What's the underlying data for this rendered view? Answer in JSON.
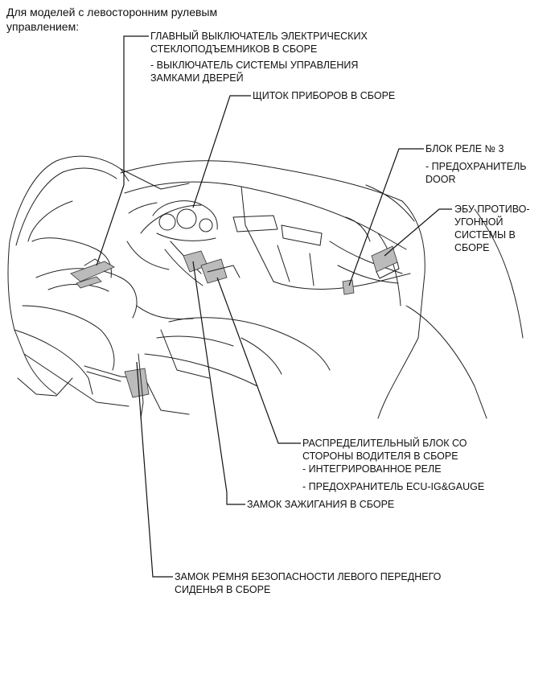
{
  "header": {
    "line1": "Для моделей с левосторонним рулевым",
    "line2": "управлением:"
  },
  "callouts": {
    "main_switch": {
      "line1": "ГЛАВНЫЙ ВЫКЛЮЧАТЕЛЬ ЭЛЕКТРИЧЕСКИХ",
      "line2": "СТЕКЛОПОДЪЕМНИКОВ В СБОРЕ",
      "sub1": "- ВЫКЛЮЧАТЕЛЬ СИСТЕМЫ УПРАВЛЕНИЯ",
      "sub2": "ЗАМКАМИ ДВЕРЕЙ"
    },
    "meter": {
      "line1": "ЩИТОК ПРИБОРОВ В СБОРЕ"
    },
    "relay_block": {
      "line1": "БЛОК РЕЛЕ № 3",
      "sub1": "- ПРЕДОХРАНИТЕЛЬ",
      "sub2": "DOOR"
    },
    "ecu": {
      "line1": "ЭБУ ПРОТИВО-",
      "line2": "УГОННОЙ",
      "line3": "СИСТЕМЫ В",
      "line4": "СБОРЕ"
    },
    "junction_block": {
      "line1": "РАСПРЕДЕЛИТЕЛЬНЫЙ БЛОК СО",
      "line2": "СТОРОНЫ ВОДИТЕЛЯ В СБОРЕ",
      "sub1": "- ИНТЕГРИРОВАННОЕ РЕЛЕ",
      "sub2": "- ПРЕДОХРАНИТЕЛЬ ECU-IG&GAUGE"
    },
    "ignition": {
      "line1": "ЗАМОК ЗАЖИГАНИЯ В СБОРЕ"
    },
    "seat_belt": {
      "line1": "ЗАМОК РЕМНЯ БЕЗОПАСНОСТИ ЛЕВОГО ПЕРЕДНЕГО",
      "line2": "СИДЕНЬЯ В СБОРЕ"
    }
  }
}
